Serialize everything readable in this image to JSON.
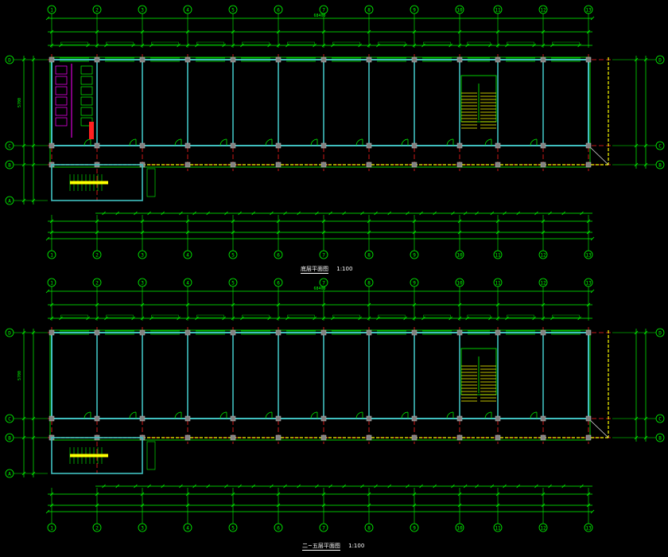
{
  "column_axes": [
    "1",
    "2",
    "3",
    "4",
    "5",
    "6",
    "7",
    "8",
    "9",
    "10",
    "11",
    "12",
    "13"
  ],
  "plans": [
    {
      "row_axes_right": [
        "D",
        "C",
        "B"
      ],
      "row_axes_left": [
        "D",
        "C",
        "B",
        "A"
      ],
      "caption": "底层平面图",
      "scale": "1:100"
    },
    {
      "row_axes_right": [
        "D",
        "C",
        "B"
      ],
      "row_axes_left": [
        "D",
        "C",
        "B",
        "A"
      ],
      "caption": "二~五层平面图",
      "scale": "1:100"
    }
  ],
  "total_length_label": "68400",
  "bay_width_label": "5700",
  "colors": {
    "background": "#000000",
    "dimension": "#00ff00",
    "axis": "#ff2020",
    "wall": "#40c0c0",
    "column": "#808080",
    "stair": "#ffff00",
    "text": "#ffffff",
    "fixture": "#ff00ff"
  }
}
